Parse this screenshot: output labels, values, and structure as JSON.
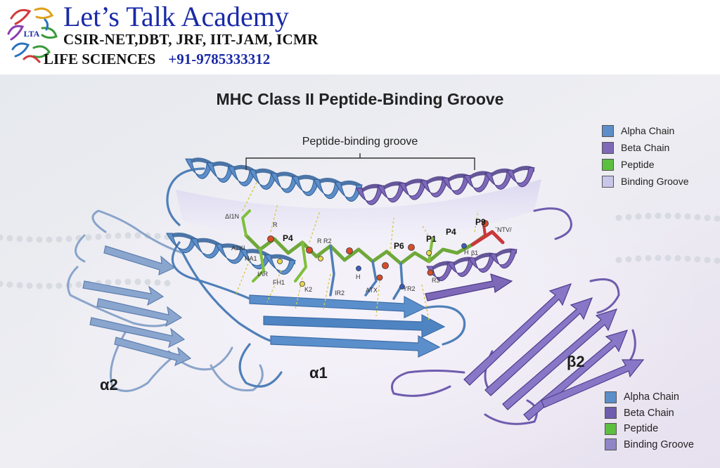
{
  "header": {
    "brand": "Let’s Talk Academy",
    "exams": "CSIR-NET,DBT, JRF, IIT-JAM, ICMR",
    "life": "LIFE SCIENCES",
    "phone": "+91-9785333312",
    "logo_text": "LTA"
  },
  "diagram": {
    "title": "MHC Class II Peptide-Binding Groove",
    "groove_label": "Peptide-binding groove",
    "pockets": [
      "P4",
      "P6",
      "P1",
      "P4",
      "P9"
    ],
    "residues": [
      "ΔI1N",
      "R",
      "A2KI",
      "HA1",
      "R R2",
      "IΛR",
      "FH1",
      "K2",
      "IR2",
      "ATX",
      "YR2",
      "R3",
      "H",
      "H",
      "`NTV/",
      "β1"
    ],
    "domains": {
      "alpha2": "α2",
      "alpha1": "α1",
      "beta2": "β2"
    }
  },
  "legend": [
    {
      "label": "Alpha Chain",
      "color": "#5d8ec8"
    },
    {
      "label": "Beta Chain",
      "color": "#7e68b8"
    },
    {
      "label": "Peptide",
      "color": "#5cbf3f"
    },
    {
      "label": "Binding Groove",
      "color": "#c9c6ea"
    }
  ],
  "legend2": [
    {
      "label": "Alpha Chain",
      "color": "#5b8fc9"
    },
    {
      "label": "Beta Chain",
      "color": "#6e5cae"
    },
    {
      "label": "Peptide",
      "color": "#5cbf3f"
    },
    {
      "label": "Binding Groove",
      "color": "#8f86c8"
    }
  ],
  "colors": {
    "alpha": "#5d8ec8",
    "alpha_dark": "#2f5f98",
    "beta": "#7e68b8",
    "beta_dark": "#4b3b86",
    "peptide": "#7fbf3c",
    "peptide_end": "#c8383a"
  }
}
